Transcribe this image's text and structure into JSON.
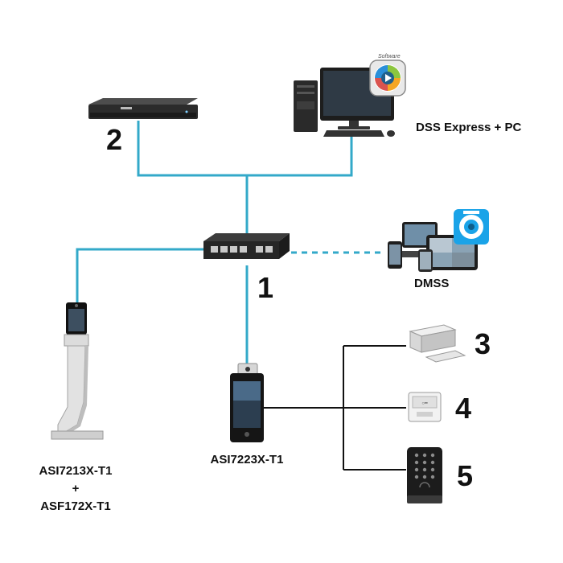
{
  "numbers": {
    "switch": "1",
    "nvr": "2",
    "lock": "3",
    "exit_button": "4",
    "card_reader": "5"
  },
  "labels": {
    "pc": "DSS Express + PC",
    "mobile": "DMSS",
    "kiosk_line1": "ASI7213X-T1",
    "kiosk_plus": "+",
    "kiosk_line2": "ASF172X-T1",
    "terminal": "ASI7223X-T1",
    "software_badge": "Software"
  },
  "colors": {
    "network_line": "#33a9c9",
    "wire_line": "#111111"
  },
  "icons": [
    "nvr-icon",
    "pc-icon",
    "dss-software-icon",
    "poe-switch-icon",
    "dmss-app-icon",
    "mobile-devices-icon",
    "face-kiosk-icon",
    "face-terminal-icon",
    "magnetic-lock-icon",
    "exit-button-icon",
    "card-reader-icon"
  ]
}
